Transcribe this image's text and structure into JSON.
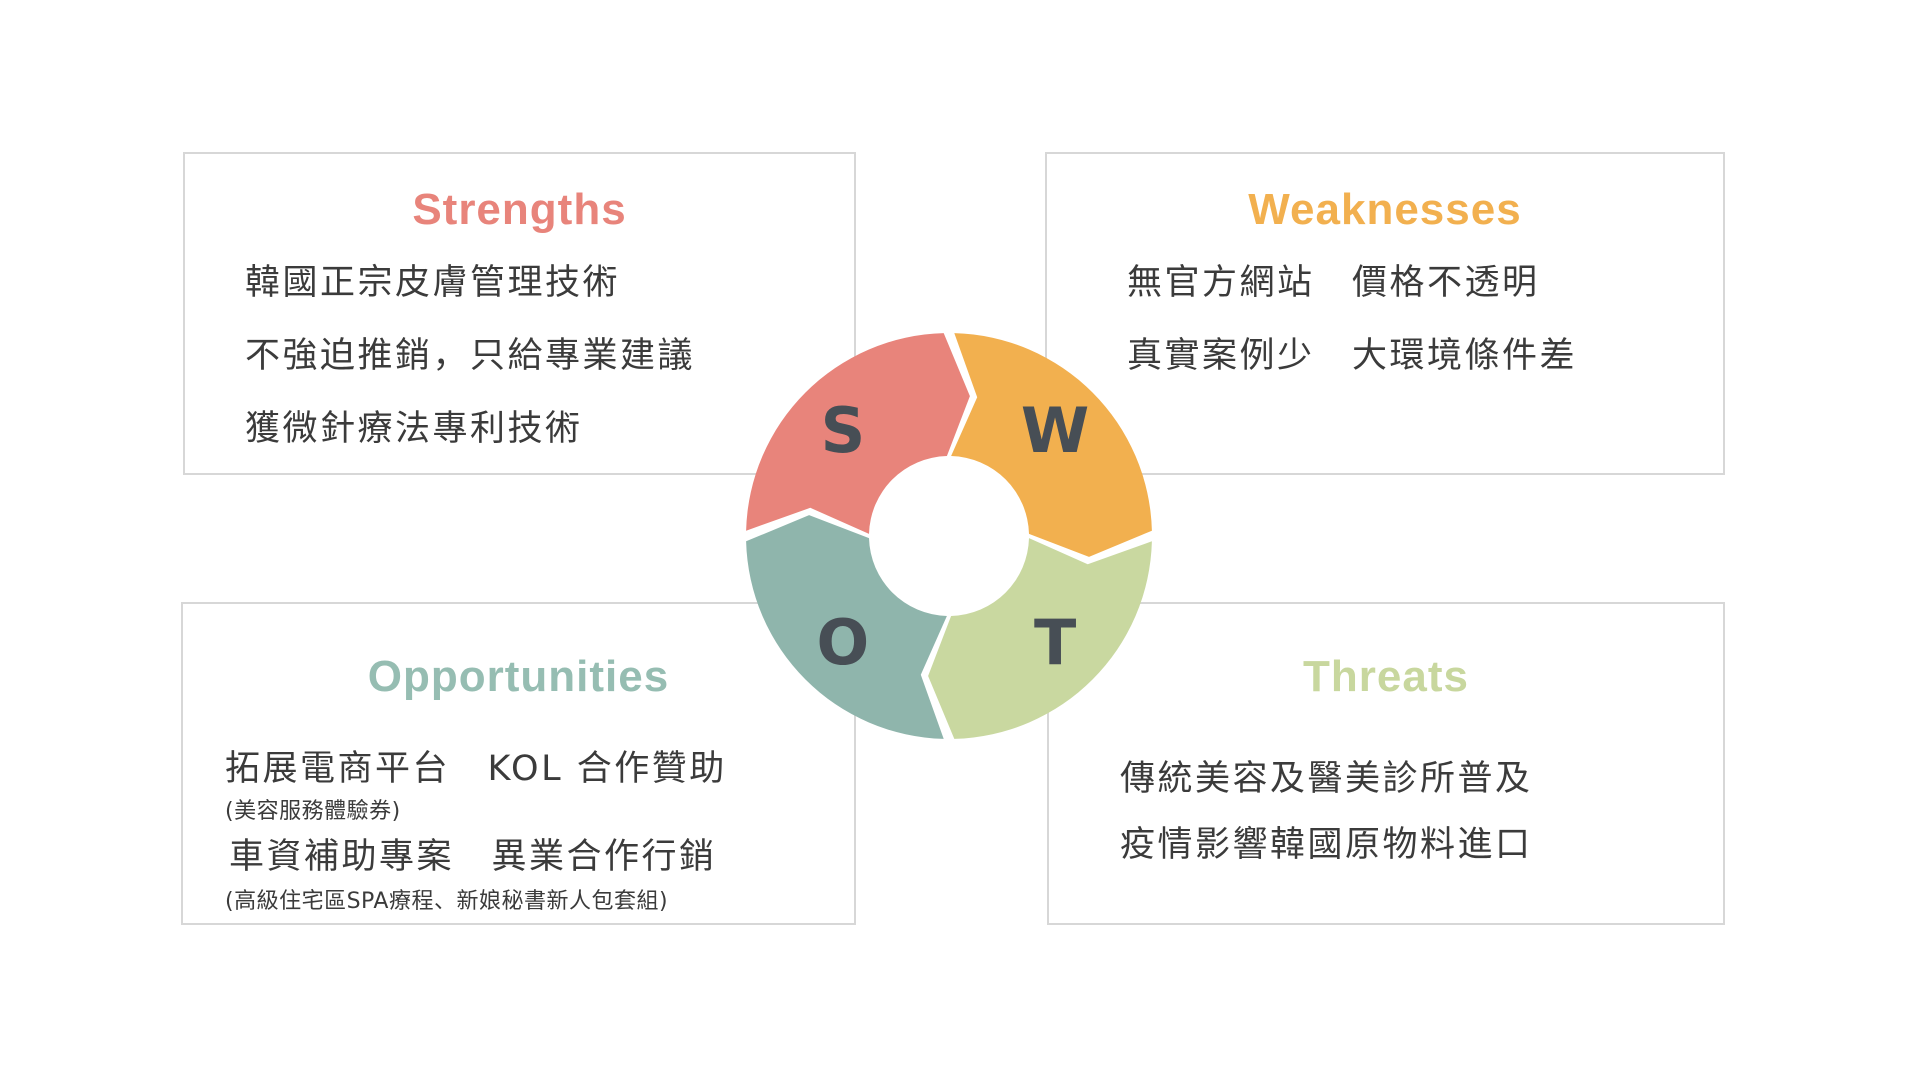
{
  "theme": {
    "background": "#ffffff",
    "box_border_color": "#d7d7d7",
    "body_text_color": "#3b3b3b",
    "cycle_letter_color": "#474e55"
  },
  "quadrants": {
    "strengths": {
      "title": "Strengths",
      "title_color": "#e8847b",
      "items": [
        "韓國正宗皮膚管理技術",
        "不強迫推銷，只給專業建議",
        "獲微針療法專利技術"
      ]
    },
    "weaknesses": {
      "title": "Weaknesses",
      "title_color": "#f2b04f",
      "items": [
        "無官方網站　價格不透明",
        "真實案例少　大環境條件差"
      ]
    },
    "opportunities": {
      "title": "Opportunities",
      "title_color": "#96bdb2",
      "items": [
        {
          "text": "拓展電商平台　KOL 合作贊助",
          "note": "(美容服務體驗券)"
        },
        {
          "text": "車資補助專案　異業合作行銷",
          "note": "(高級住宅區SPA療程、新娘秘書新人包套組)"
        }
      ]
    },
    "threats": {
      "title": "Threats",
      "title_color": "#c8d79e",
      "items": [
        "傳統美容及醫美診所普及",
        "疫情影響韓國原物料進口"
      ]
    }
  },
  "diagram": {
    "type": "swot-cycle",
    "segments": [
      {
        "letter": "S",
        "color": "#e8847b"
      },
      {
        "letter": "W",
        "color": "#f2b04f"
      },
      {
        "letter": "T",
        "color": "#c9d8a0"
      },
      {
        "letter": "O",
        "color": "#8fb5ac"
      }
    ]
  }
}
